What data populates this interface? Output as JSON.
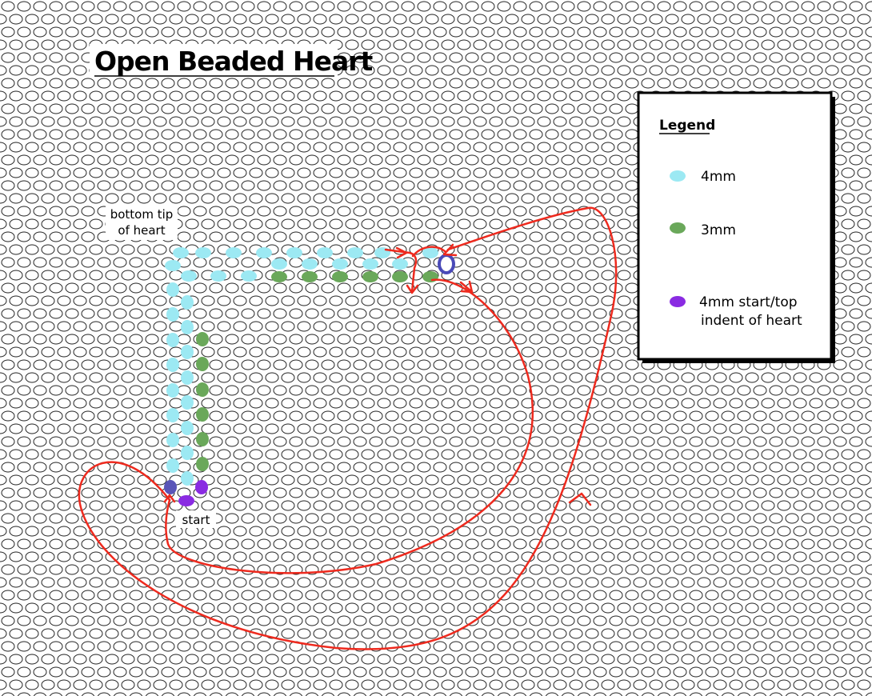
{
  "title": "Open Beaded Heart",
  "labels": {
    "bottom_tip_line1": "bottom tip",
    "bottom_tip_line2": "of heart",
    "start": "start"
  },
  "legend": {
    "heading": "Legend",
    "items": [
      {
        "label": "4mm",
        "color": "#9ce9f3"
      },
      {
        "label": "3mm",
        "color": "#6aa85a"
      },
      {
        "label_line1": "4mm start/top",
        "label_line2": "indent of heart",
        "color": "#8a2be2"
      }
    ]
  },
  "colors": {
    "bead_4mm": "#9ce9f3",
    "bead_3mm": "#6aa85a",
    "bead_start": "#8a2be2",
    "bead_highlight": "#5a55b8",
    "thread": "#ee2a1e",
    "grid_stroke": "#222222",
    "background": "#ffffff"
  }
}
